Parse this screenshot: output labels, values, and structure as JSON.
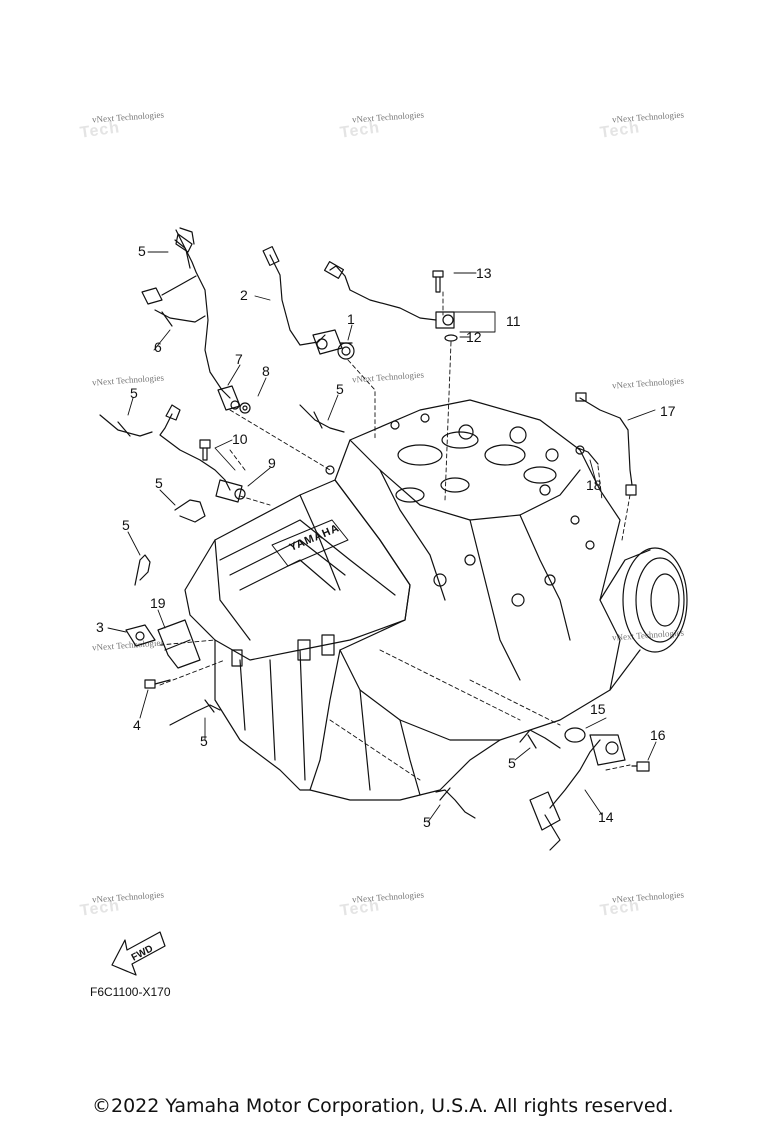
{
  "watermark": {
    "text": "vNext Technologies",
    "ghost_text": "Tech"
  },
  "callouts": [
    {
      "id": "c1",
      "label": "1"
    },
    {
      "id": "c2",
      "label": "2"
    },
    {
      "id": "c3",
      "label": "3"
    },
    {
      "id": "c4",
      "label": "4"
    },
    {
      "id": "c5a",
      "label": "5"
    },
    {
      "id": "c5b",
      "label": "5"
    },
    {
      "id": "c5c",
      "label": "5"
    },
    {
      "id": "c5d",
      "label": "5"
    },
    {
      "id": "c5e",
      "label": "5"
    },
    {
      "id": "c5f",
      "label": "5"
    },
    {
      "id": "c5g",
      "label": "5"
    },
    {
      "id": "c5h",
      "label": "5"
    },
    {
      "id": "c6",
      "label": "6"
    },
    {
      "id": "c7",
      "label": "7"
    },
    {
      "id": "c8",
      "label": "8"
    },
    {
      "id": "c9",
      "label": "9"
    },
    {
      "id": "c10",
      "label": "10"
    },
    {
      "id": "c11",
      "label": "11"
    },
    {
      "id": "c12",
      "label": "12"
    },
    {
      "id": "c13",
      "label": "13"
    },
    {
      "id": "c14",
      "label": "14"
    },
    {
      "id": "c15",
      "label": "15"
    },
    {
      "id": "c16",
      "label": "16"
    },
    {
      "id": "c17",
      "label": "17"
    },
    {
      "id": "c18",
      "label": "18"
    },
    {
      "id": "c19",
      "label": "19"
    }
  ],
  "engine_brand": "YAMAHA",
  "fwd_label": "FWD",
  "diagram_code": "F6C1100-X170",
  "copyright": "©2022 Yamaha Motor Corporation, U.S.A. All rights reserved.",
  "colors": {
    "line": "#111111",
    "background": "#ffffff",
    "watermark": "#777777"
  }
}
